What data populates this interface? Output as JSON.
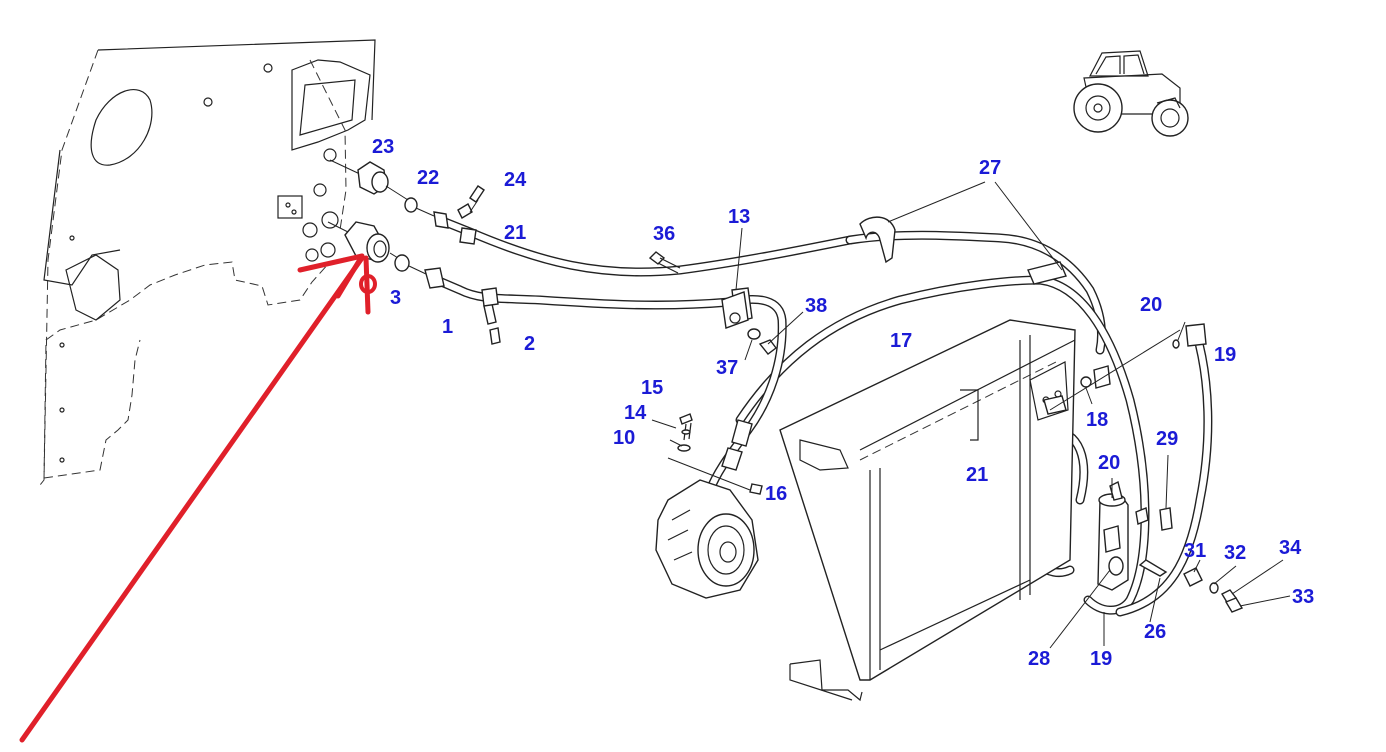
{
  "diagram": {
    "callouts": [
      "23",
      "22",
      "24",
      "21",
      "3",
      "1",
      "2",
      "36",
      "13",
      "38",
      "37",
      "27",
      "17",
      "20",
      "19",
      "18",
      "21",
      "29",
      "20",
      "15",
      "14",
      "10",
      "16",
      "31",
      "32",
      "34",
      "33",
      "26",
      "19",
      "28"
    ],
    "colors": {
      "callout": "#1b1bd6",
      "annotation_arrow": "#e0202a",
      "line": "#222222",
      "background": "#ffffff"
    },
    "icons": {
      "vehicle": "tractor-icon"
    }
  }
}
